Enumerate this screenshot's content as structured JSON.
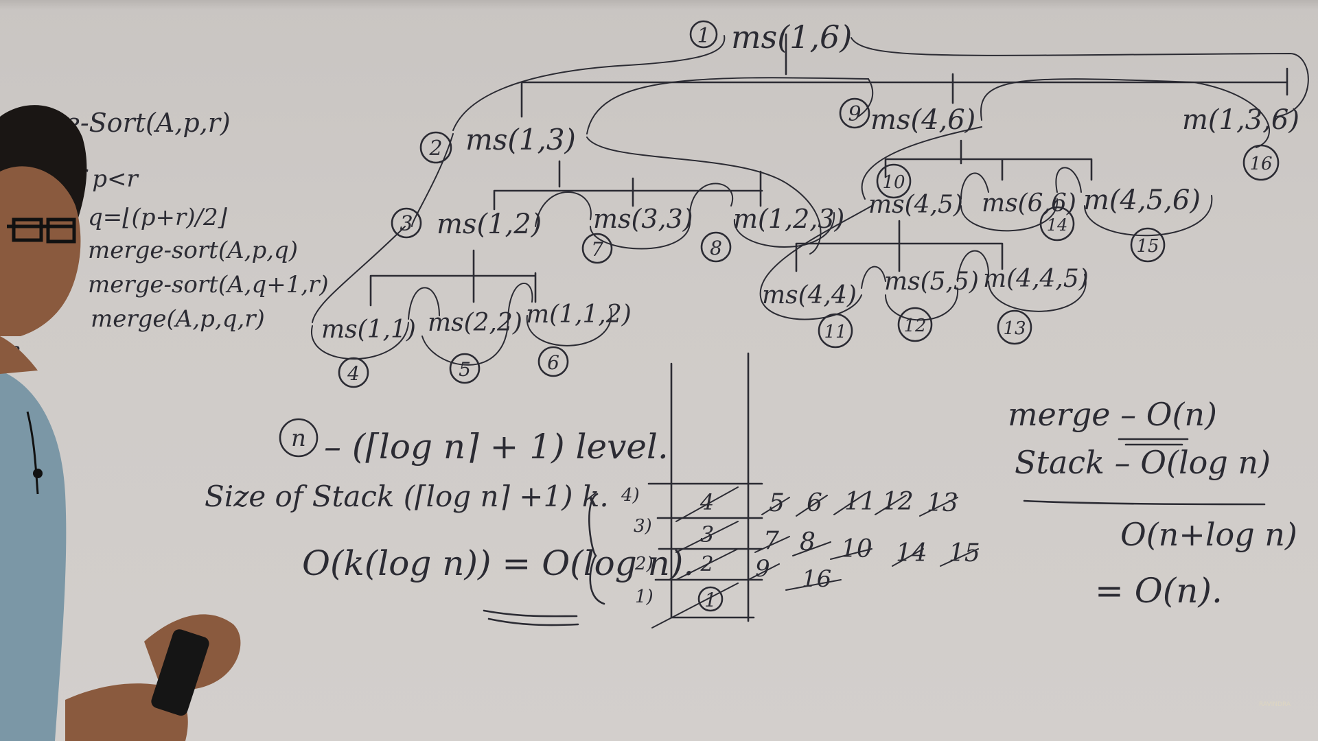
{
  "pseudo": {
    "title": "ge-Sort(A,p,r)",
    "line1": "if  p<r",
    "line2": "q=⌊(p+r)/2⌋",
    "line3": "merge-sort(A,p,q)",
    "line4": "merge-sort(A,q+1,r)",
    "line5": "merge(A,p,q,r)",
    "close": "}"
  },
  "tree": {
    "n1": {
      "num": "1",
      "label": "ms(1,6)"
    },
    "n2": {
      "num": "2",
      "label": "ms(1,3)"
    },
    "n3": {
      "num": "3",
      "label": "ms(1,2)"
    },
    "n4": {
      "num": "4",
      "label": "ms(1,1)"
    },
    "n5": {
      "num": "5",
      "label": "ms(2,2)"
    },
    "n6": {
      "num": "6",
      "label": "m(1,1,2)"
    },
    "n7": {
      "num": "7",
      "label": "ms(3,3)"
    },
    "n8": {
      "num": "8",
      "label": "m(1,2,3)"
    },
    "n9": {
      "num": "9",
      "label": "ms(4,6)"
    },
    "n10": {
      "num": "10",
      "label": "ms(4,5)"
    },
    "n11": {
      "num": "11",
      "label": "ms(4,4)"
    },
    "n12": {
      "num": "12",
      "label": "ms(5,5)"
    },
    "n13": {
      "num": "13",
      "label": "m(4,4,5)"
    },
    "n14": {
      "num": "14",
      "label": "ms(6,6)"
    },
    "n15": {
      "num": "15",
      "label": "m(4,5,6)"
    },
    "n16": {
      "num": "16",
      "label": "m(1,3,6)"
    }
  },
  "analysis": {
    "n": "n",
    "levels": "– (⌈log n⌉ + 1) level.",
    "stack_size": "Size of Stack (⌈log n⌉ +1) k.",
    "big_o": "O(k(log n)) = O(log n)."
  },
  "stack": {
    "labels": [
      "4)",
      "3)",
      "2)",
      "1)"
    ],
    "cells": [
      "4",
      "3",
      "2",
      "1"
    ],
    "row4": [
      "5",
      "6",
      "11",
      "12",
      "13"
    ],
    "row3": [
      "7",
      "8",
      "10",
      "14",
      "15"
    ],
    "row2": [
      "9",
      "16"
    ]
  },
  "complexity": {
    "merge": "merge – O(n)",
    "stack": "Stack – O(log n)",
    "sum": "O(n+log n)",
    "result": "= O(n)."
  },
  "watermark": "RAVINDRA"
}
